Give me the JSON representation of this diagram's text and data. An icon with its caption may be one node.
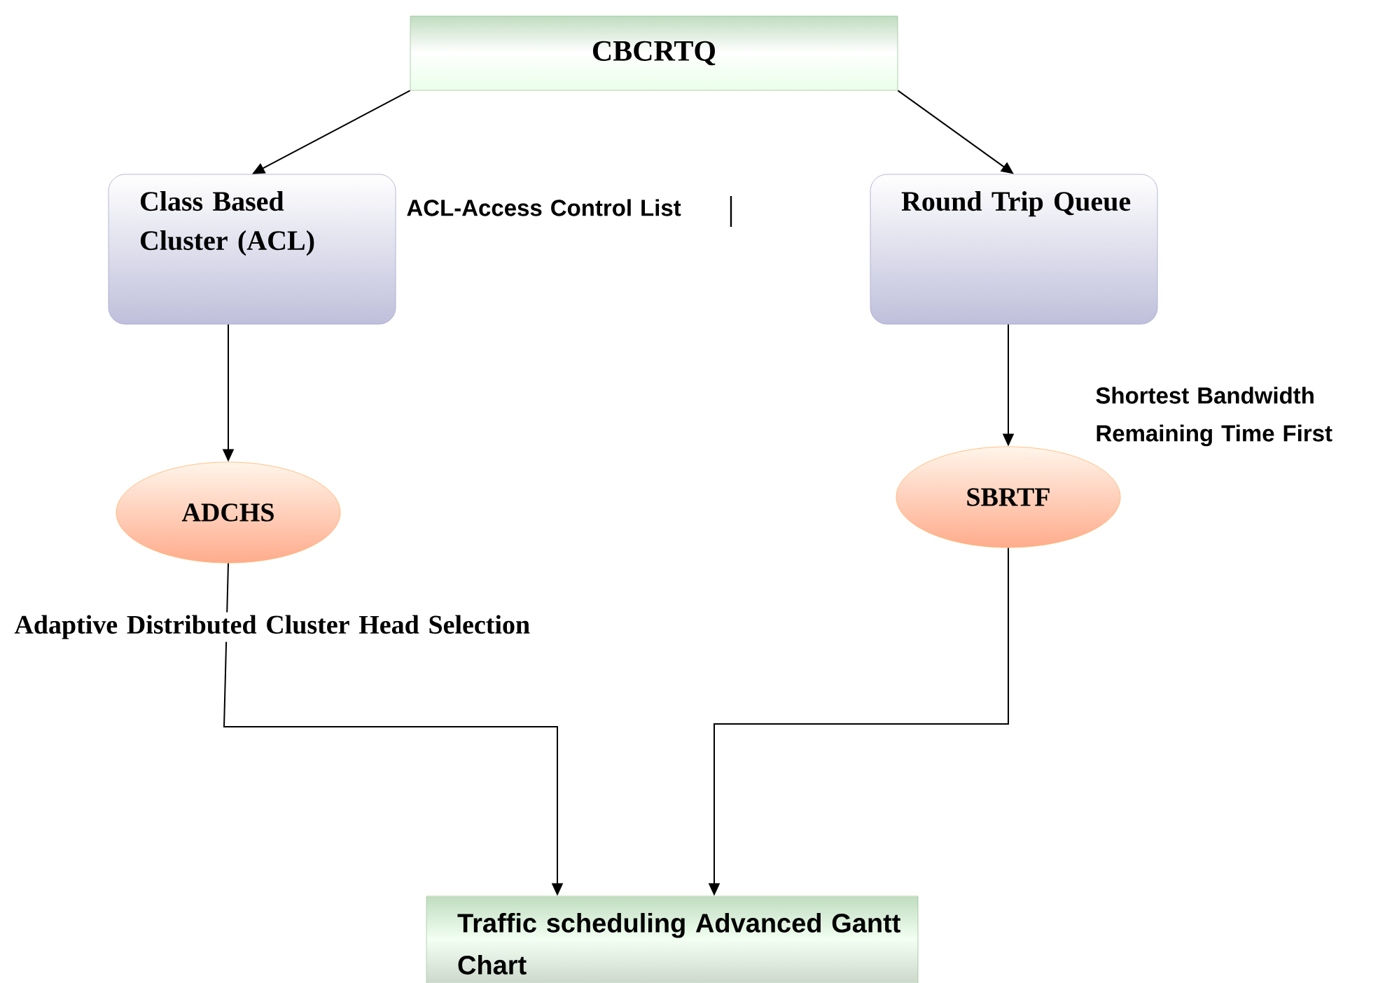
{
  "diagram": {
    "nodes": [
      {
        "text": [
          "CBCRTQ"
        ]
      },
      {
        "text": [
          "Class Based Cluster (ACL)"
        ],
        "beside": [
          "ACL-Access Control List"
        ]
      },
      {
        "text": [
          "Round Trip Queue"
        ]
      },
      {
        "text": [
          "ADCHS"
        ],
        "beside": [
          "Adaptive Distributed Cluster Head Selection"
        ]
      },
      {
        "text": [
          "SBRTF"
        ],
        "beside": [
          "Shortest Bandwidth Remaining Time First"
        ]
      },
      {
        "text": [
          "Traffic scheduling Advanced Gantt Chart"
        ]
      }
    ],
    "edges": [
      {
        "from": 0,
        "to": 1,
        "arrow": "to"
      },
      {
        "from": 0,
        "to": 2,
        "arrow": "to"
      },
      {
        "from": 1,
        "to": 3,
        "arrow": "to"
      },
      {
        "from": 2,
        "to": 4,
        "arrow": "to"
      },
      {
        "from": 3,
        "to": 5,
        "arrow": "to"
      },
      {
        "from": 4,
        "to": 5,
        "arrow": "to"
      }
    ]
  }
}
